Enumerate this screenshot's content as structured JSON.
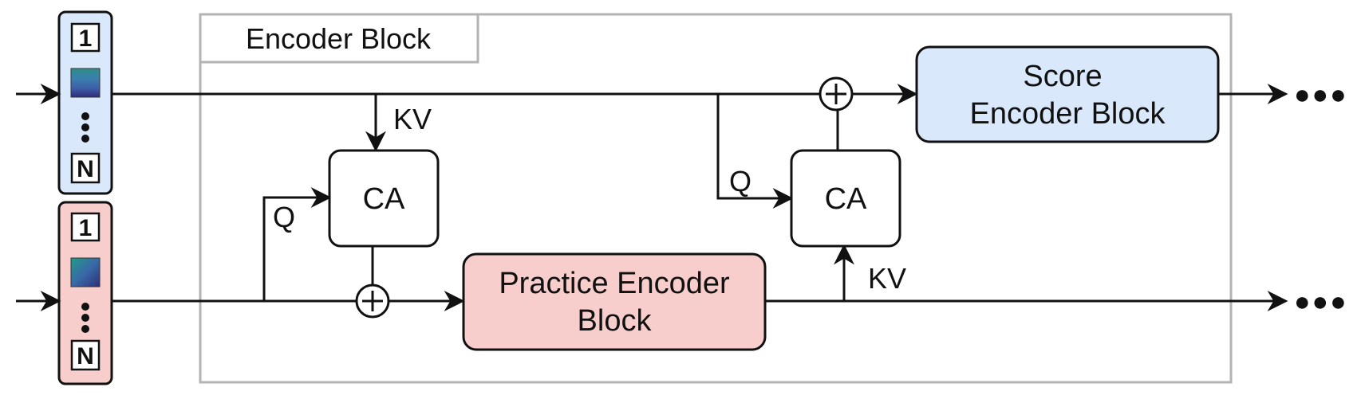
{
  "encoder_block": {
    "title": "Encoder Block"
  },
  "score_tokens": {
    "first": "1",
    "last": "N",
    "color": "#dae8fc"
  },
  "practice_tokens": {
    "first": "1",
    "last": "N",
    "color": "#f8cecc"
  },
  "cross_attention_top": {
    "label": "CA",
    "kv_label": "KV",
    "q_label": "Q"
  },
  "cross_attention_right": {
    "label": "CA",
    "kv_label": "KV",
    "q_label": "Q"
  },
  "practice_encoder": {
    "line1": "Practice Encoder",
    "line2": "Block",
    "color": "#f8cecc"
  },
  "score_encoder": {
    "line1": "Score",
    "line2": "Encoder Block",
    "color": "#dae8fc"
  },
  "continuation": {
    "top": "●●●",
    "bottom": "●●●"
  },
  "colors": {
    "stroke": "#111111",
    "frame": "#b3b3b3"
  }
}
